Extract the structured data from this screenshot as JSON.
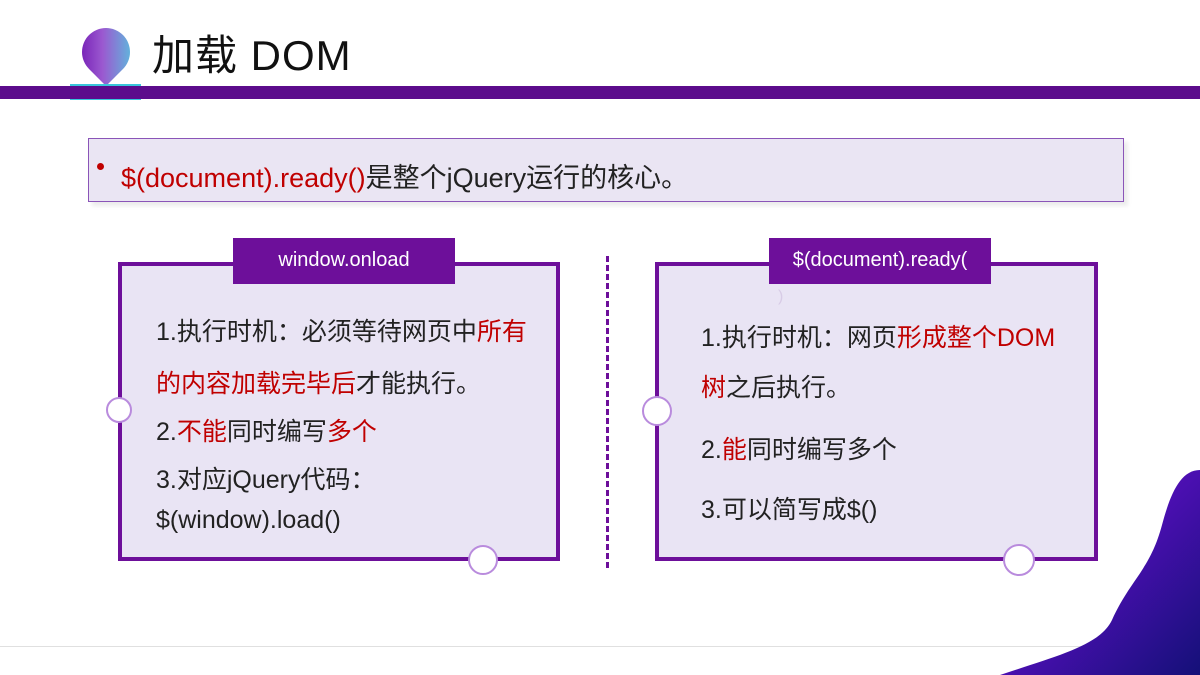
{
  "slide": {
    "title": "加载 DOM"
  },
  "bullet": {
    "code": "$(document).ready()",
    "text": "是整个jQuery运行的核心。"
  },
  "left_card": {
    "label": "window.onload",
    "line1_a": "1.执行时机：必须等待网页中",
    "line1_b": "所有",
    "line2_a": "的内容加载完毕后",
    "line2_b": "才能执行。",
    "line3_a": "2.",
    "line3_b": "不能",
    "line3_c": "同时编写",
    "line3_d": "多个",
    "line4": "3.对应jQuery代码：",
    "line5": "$(window).load()"
  },
  "right_card": {
    "label_line1": "$(document).ready(",
    "label_line2": ")",
    "line1_a": "1.执行时机：网页",
    "line1_b": "形成整个DOM",
    "line2_a": "树",
    "line2_b": "之后执行。",
    "line3_a": "2.",
    "line3_b": "能",
    "line3_c": "同时编写多个",
    "line4": "3.可以简写成$()"
  },
  "colors": {
    "accent_purple": "#6d0f9a",
    "header_bar": "#5c0c8c",
    "highlight_red": "#c00000",
    "card_bg": "#e9e4f4",
    "logo_cyan": "#39c6db"
  }
}
